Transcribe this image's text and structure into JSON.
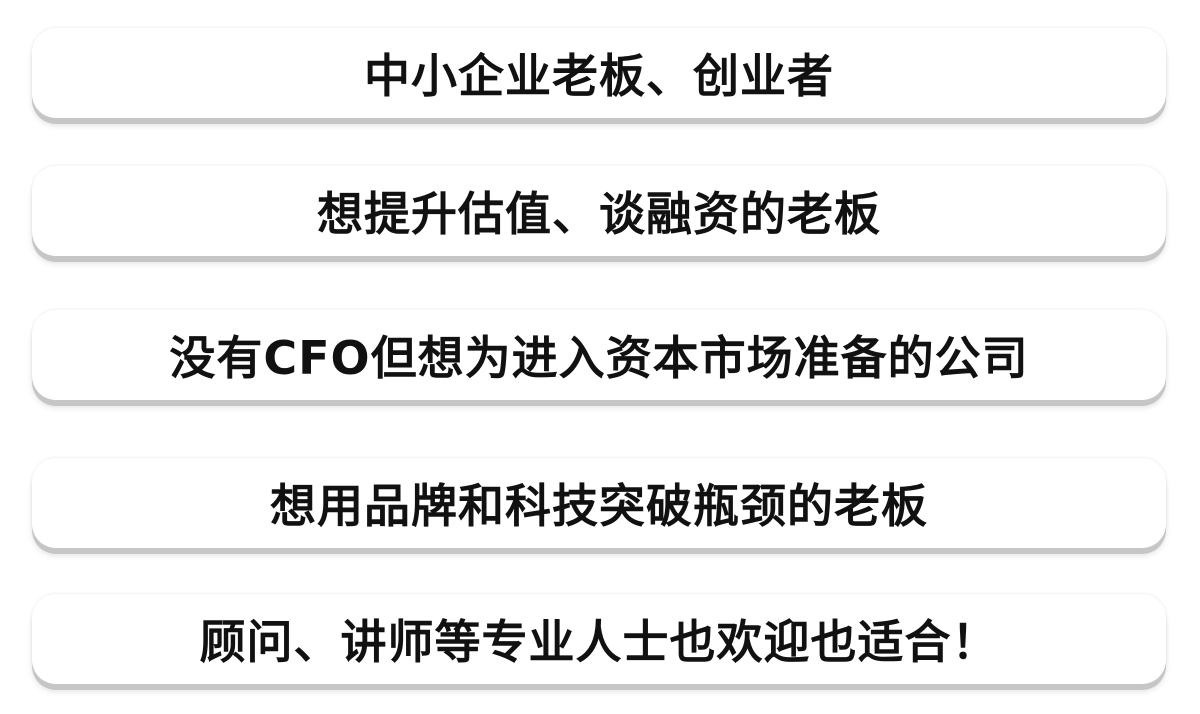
{
  "items": [
    {
      "text": "中小企业老板、创业者"
    },
    {
      "text": "想提升估值、谈融资的老板"
    },
    {
      "text": "没有CFO但想为进入资本市场准备的公司"
    },
    {
      "text": "想用品牌和科技突破瓶颈的老板"
    },
    {
      "text": "顾问、讲师等专业人士也欢迎也适合！"
    }
  ]
}
